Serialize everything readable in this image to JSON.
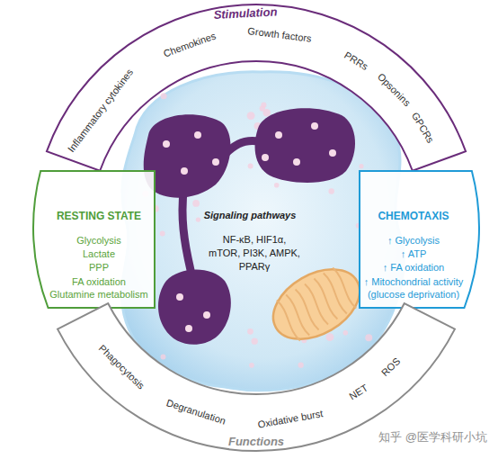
{
  "diagram": {
    "nodes": [
      {
        "text": [
          "Stimulation",
          "Inflammatory cytokines",
          "Chemokines",
          "Growth factors",
          "PRRs",
          "Opsonins",
          "GPCRs"
        ]
      },
      {
        "text": [
          "RESTING STATE",
          "Glycolysis",
          "Lactate",
          "PPP",
          "FA oxidation",
          "Glutamine metabolism"
        ]
      },
      {
        "text": [
          "CHEMOTAXIS",
          "↑ Glycolysis",
          "↑ ATP",
          "↑ FA oxidation",
          "↑ Mitochondrial activity (glucose deprivation)"
        ]
      },
      {
        "text": [
          "Functions",
          "Phagocytosis",
          "Degranulation",
          "Oxidative burst",
          "NET",
          "ROS"
        ]
      },
      {
        "text": [
          "Signaling pathways",
          "NF-κB, HIF1α, mTOR, PI3K, AMPK, PPARγ"
        ]
      }
    ],
    "labels": [
      "知乎 @医学科研小坑"
    ]
  }
}
